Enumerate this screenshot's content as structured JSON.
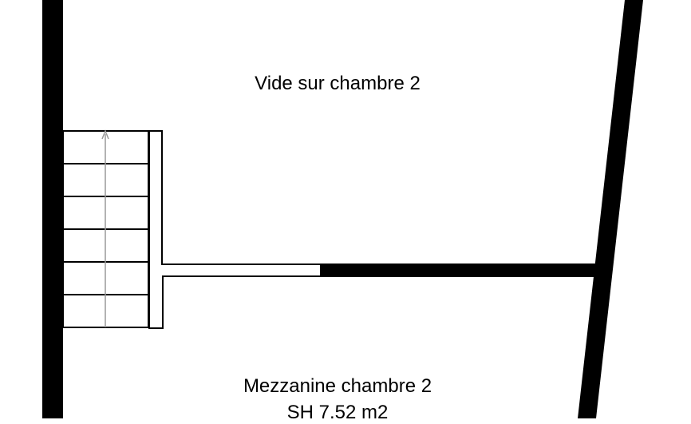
{
  "rooms": {
    "void": {
      "label": "Vide sur chambre 2"
    },
    "mezzanine": {
      "label": "Mezzanine chambre 2",
      "area": "SH 7.52 m2"
    }
  },
  "colors": {
    "wall": "#000000",
    "background": "#ffffff",
    "stair_arrow": "#9a9a9a"
  },
  "stair": {
    "step_count": 6,
    "direction": "up"
  }
}
